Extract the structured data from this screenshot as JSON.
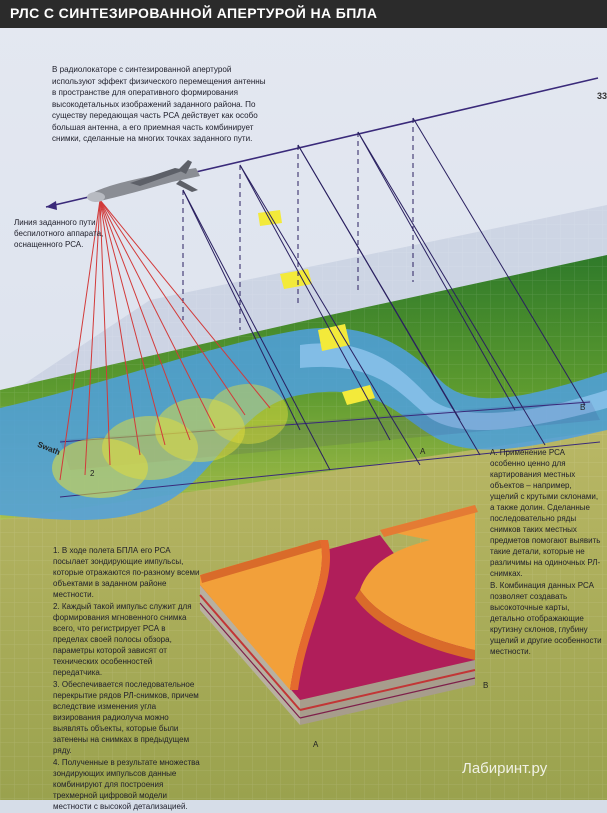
{
  "header": {
    "title": "РЛС С СИНТЕЗИРОВАННОЙ АПЕРТУРОЙ НА БПЛА"
  },
  "intro_text": "В радиолокаторе с синтезированной апертурой используют эффект физического перемещения антенны в пространстве для оперативного формирования высокодетальных изображений заданного района. По существу передающая часть РСА действует как особо большая антенна, а его приемная часть комбинирует снимки, сделанные на многих точках заданного пути.",
  "flight_line_label": "Линия заданного пути беспилотного аппарата, оснащенного РСА.",
  "labels": {
    "swath": "Swath",
    "num2": "2",
    "a_ground": "A",
    "b_ground": "B",
    "a_model": "A",
    "b_model": "B"
  },
  "right_note": [
    "A. Применение РСА особенно ценно для картирования местных объектов – например, ущелий с крутыми склонами, а также долин. Сделанные последовательно ряды снимков таких местных предметов помогают выявить такие детали, которые не различимы на одиночных РЛ-снимках.",
    "B. Комбинация данных РСА позволяет создавать высокоточные карты, детально отображающие крутизну склонов, глубину ущелий и другие особенности местности."
  ],
  "steps": [
    "1. В ходе полета БПЛА его РСА посылает зондирующие импульсы, которые отражаются по-разному всеми объектами в заданном районе местности.",
    "2. Каждый такой импульс служит для формирования мгновенного снимка всего, что регистрирует РСА в пределах своей полосы обзора, параметры которой зависят от технических особенностей передатчика.",
    "3. Обеспечивается последовательное перекрытие рядов РЛ-снимков, причем вследствие изменения угла визирования радиолуча можно выявлять объекты, которые были затенены на снимках в предыдущем ряду.",
    "4. Полученные в результате множества зондирующих импульсов данные комбинируют для построения трехмерной цифровой модели местности с высокой детализацией."
  ],
  "page_number": "33",
  "watermark": "Лабиринт.ру",
  "colors": {
    "title_bg": "#2b2b2b",
    "green_terrain": "#4f8f2c",
    "light_green": "#9cc04a",
    "sand": "#c9c06a",
    "river": "#4fa0e0",
    "beam_red": "#d23a3a",
    "track_purple": "#3a2a7a",
    "patch_yellow": "#f3ea3a",
    "model_orange": "#f2a03a",
    "model_magenta": "#b01e5a"
  }
}
